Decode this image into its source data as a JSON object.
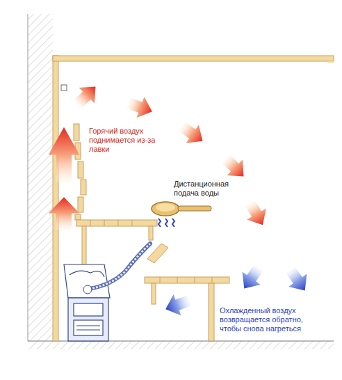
{
  "diagram": {
    "labels": [
      "Горячий воздух поднимается из-за лавки",
      "Дистанционная подача воды",
      "Охлажденный воздух возвращается обратно, чтобы снова нагреться"
    ]
  }
}
